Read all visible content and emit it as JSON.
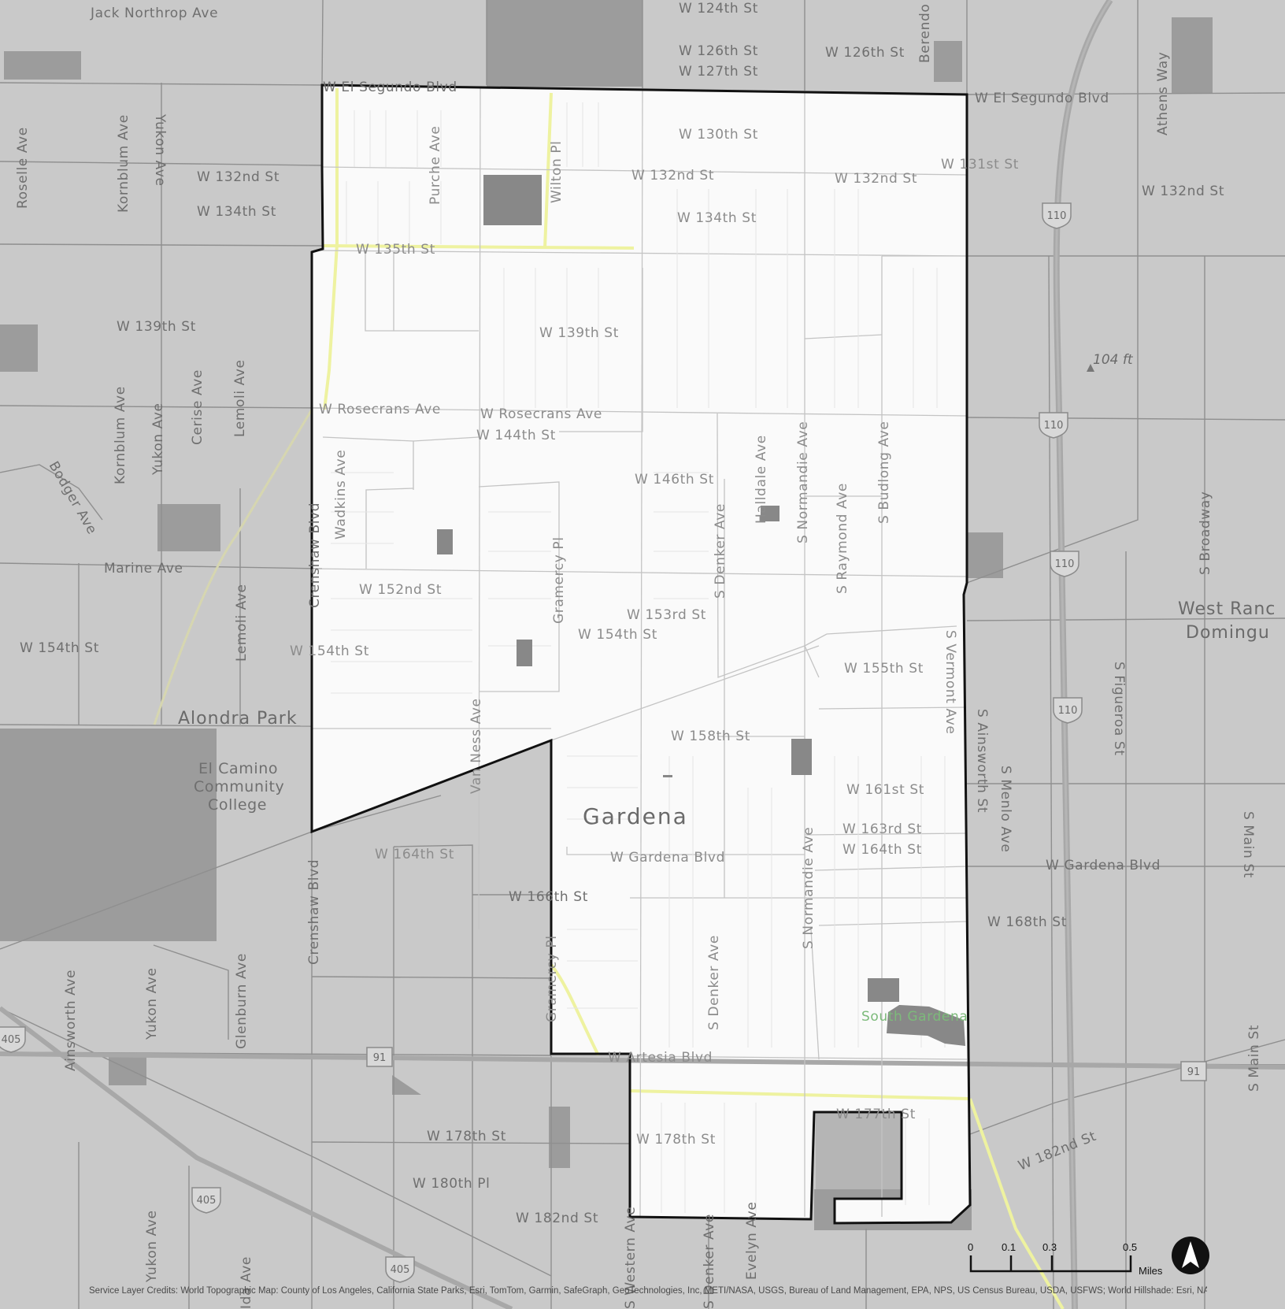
{
  "city": "Gardena",
  "places": [
    "Alondra Park",
    "El Camino",
    "Community",
    "College",
    "West Ranc",
    "Domingu"
  ],
  "elevation": "104 ft",
  "streets": [
    "Jack Northrop Ave",
    "W 124th St",
    "W 126th St",
    "W 127th St",
    "W 126th St",
    "Berendo",
    "W El Segundo Blvd",
    "W El Segundo Blvd",
    "Athens Way",
    "Roselle Ave",
    "Kornblum Ave",
    "Yukon Ave",
    "Purche Ave",
    "Wilton Pl",
    "W 130th St",
    "W 131st St",
    "W 132nd St",
    "W 132nd St",
    "W 132nd St",
    "W 132nd St",
    "W 134th St",
    "W 134th St",
    "W 135th St",
    "W 139th St",
    "W 139th St",
    "W Rosecrans Ave",
    "W Rosecrans Ave",
    "W 144th St",
    "W 146th St",
    "Cerise Ave",
    "Lemoli Ave",
    "Kornblum Ave",
    "Yukon Ave",
    "Bodger Ave",
    "Wadkins Ave",
    "Gramercy Pl",
    "S Denker Ave",
    "Halldale Ave",
    "S Normandie Ave",
    "S Raymond Ave",
    "S Budlong Ave",
    "Marine Ave",
    "W 152nd St",
    "W 153rd St",
    "W 154th St",
    "W 154th St",
    "W 154th St",
    "Crenshaw Blvd",
    "Lemoli Ave",
    "W 155th St",
    "S Vermont Ave",
    "Van Ness Ave",
    "W 158th St",
    "W 161st St",
    "W 163rd St",
    "W 164th St",
    "W 164th St",
    "W Gardena Blvd",
    "W Gardena Blvd",
    "W 166th St",
    "W 168th St",
    "S Normandie Ave",
    "S Denker Ave",
    "S Ainsworth St",
    "S Menlo Ave",
    "S Figueroa St",
    "S Broadway",
    "S Main St",
    "S Main St",
    "Crenshaw Blvd",
    "Ainsworth Ave",
    "Yukon Ave",
    "Glenburn Ave",
    "Gramercy Pl",
    "W Artesia Blvd",
    "W 177th St",
    "W 178th St",
    "W 178th St",
    "W 180th Pl",
    "W 182nd St",
    "W 182nd St",
    "Yukon Ave",
    "Ida Ave",
    "S Western Ave",
    "S Denker Ave",
    "Evelyn Ave",
    "South Gardena"
  ],
  "shields": [
    "110",
    "110",
    "110",
    "110",
    "91",
    "91",
    "405",
    "405",
    "405"
  ],
  "scale_bar": {
    "ticks": [
      "0",
      "0.1",
      "0.3",
      "0.5"
    ],
    "unit": "Miles"
  },
  "north_arrow": "north-arrow-icon",
  "credits": "Service Layer Credits: World Topographic Map: County of Los Angeles, California State Parks, Esri, TomTom, Garmin, SafeGraph, GeoTechnologies, Inc, METI/NASA, USGS, Bureau of Land Management, EPA, NPS, US Census Bureau, USDA, USFWS; World Hillshade: Esri, NASA",
  "colors": {
    "background": "#c9c9c9",
    "city_fill": "#fafafa",
    "buildings": "#888888",
    "boundary": "#111111",
    "highway_yellow": "#eef2a0"
  }
}
